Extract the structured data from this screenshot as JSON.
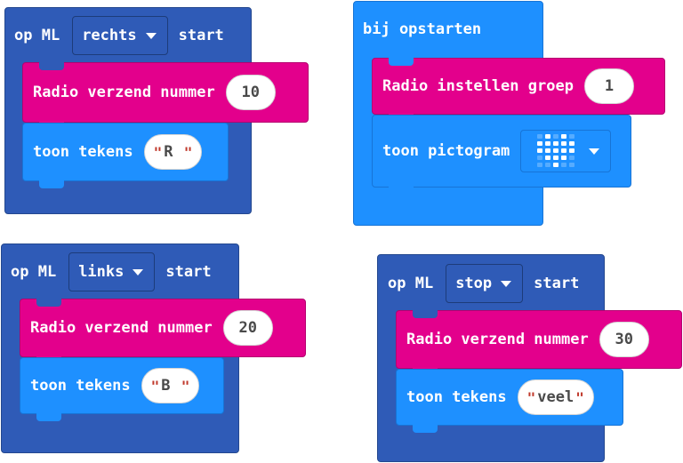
{
  "ml_blocks": [
    {
      "prefix": "op ML",
      "option": "rechts",
      "suffix": "start",
      "radio_label": "Radio verzend nummer",
      "number": "10",
      "show_label": "toon tekens",
      "text": "R "
    },
    {
      "prefix": "op ML",
      "option": "links",
      "suffix": "start",
      "radio_label": "Radio verzend nummer",
      "number": "20",
      "show_label": "toon tekens",
      "text": "B "
    },
    {
      "prefix": "op ML",
      "option": "stop",
      "suffix": "start",
      "radio_label": "Radio verzend nummer",
      "number": "30",
      "show_label": "toon tekens",
      "text": "veel"
    }
  ],
  "start_block": {
    "label": "bij opstarten",
    "radio_label": "Radio instellen groep",
    "group": "1",
    "show_label": "toon pictogram",
    "icon": "heart-icon"
  },
  "colors": {
    "ml_event": "#2f5bb7",
    "basic": "#1e90ff",
    "radio": "#e3008c",
    "quote": "#c0392b"
  }
}
